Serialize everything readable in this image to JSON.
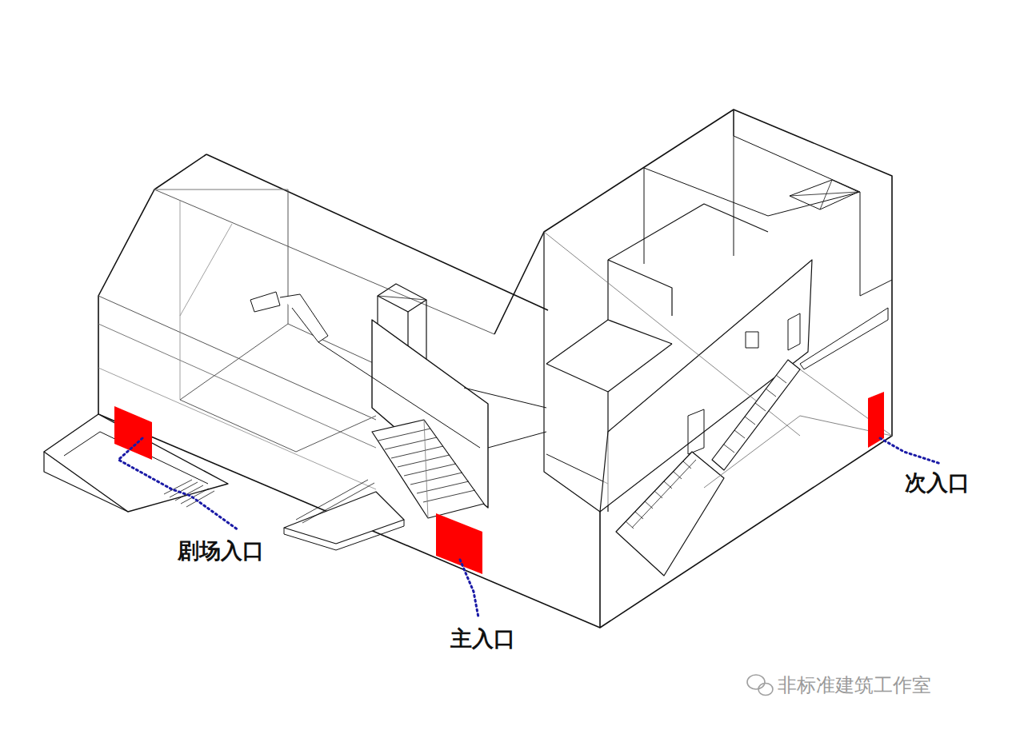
{
  "diagram": {
    "labels": [
      "剧场入口",
      "主入口",
      "次入口",
      "非标准建筑工作室"
    ]
  }
}
